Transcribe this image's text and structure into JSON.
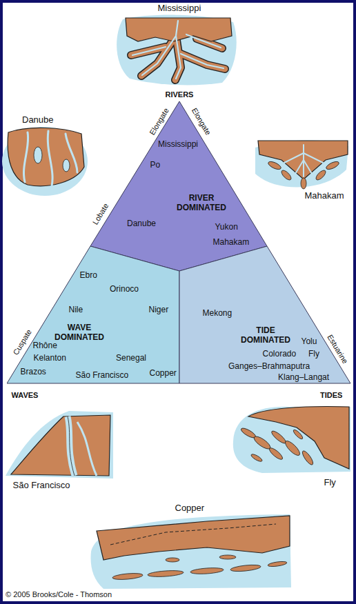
{
  "diagram": {
    "nodes": [
      {
        "text": [
          "Mississippi",
          "Po",
          "RIVER DOMINATED",
          "Danube",
          "Yukon",
          "Mahakam"
        ]
      },
      {
        "text": [
          "Ebro",
          "Orinoco",
          "Nile",
          "Niger",
          "WAVE DOMINATED",
          "Rhône",
          "Kelanton",
          "Senegal",
          "Brazos",
          "São Francisco",
          "Copper"
        ]
      },
      {
        "text": [
          "Mekong",
          "TIDE DOMINATED",
          "Yolu",
          "Colorado",
          "Fly",
          "Ganges–Brahmaputra",
          "Klang–Langat"
        ]
      }
    ],
    "labels": [
      "Mississippi",
      "RIVERS",
      "Elongate",
      "Elongate",
      "Danube",
      "Mahakam",
      "Lobate",
      "Cuspate",
      "Estuarine",
      "WAVES",
      "TIDES",
      "São Francisco",
      "Fly",
      "Copper",
      "© 2005 Brooks/Cole - Thomson"
    ]
  }
}
